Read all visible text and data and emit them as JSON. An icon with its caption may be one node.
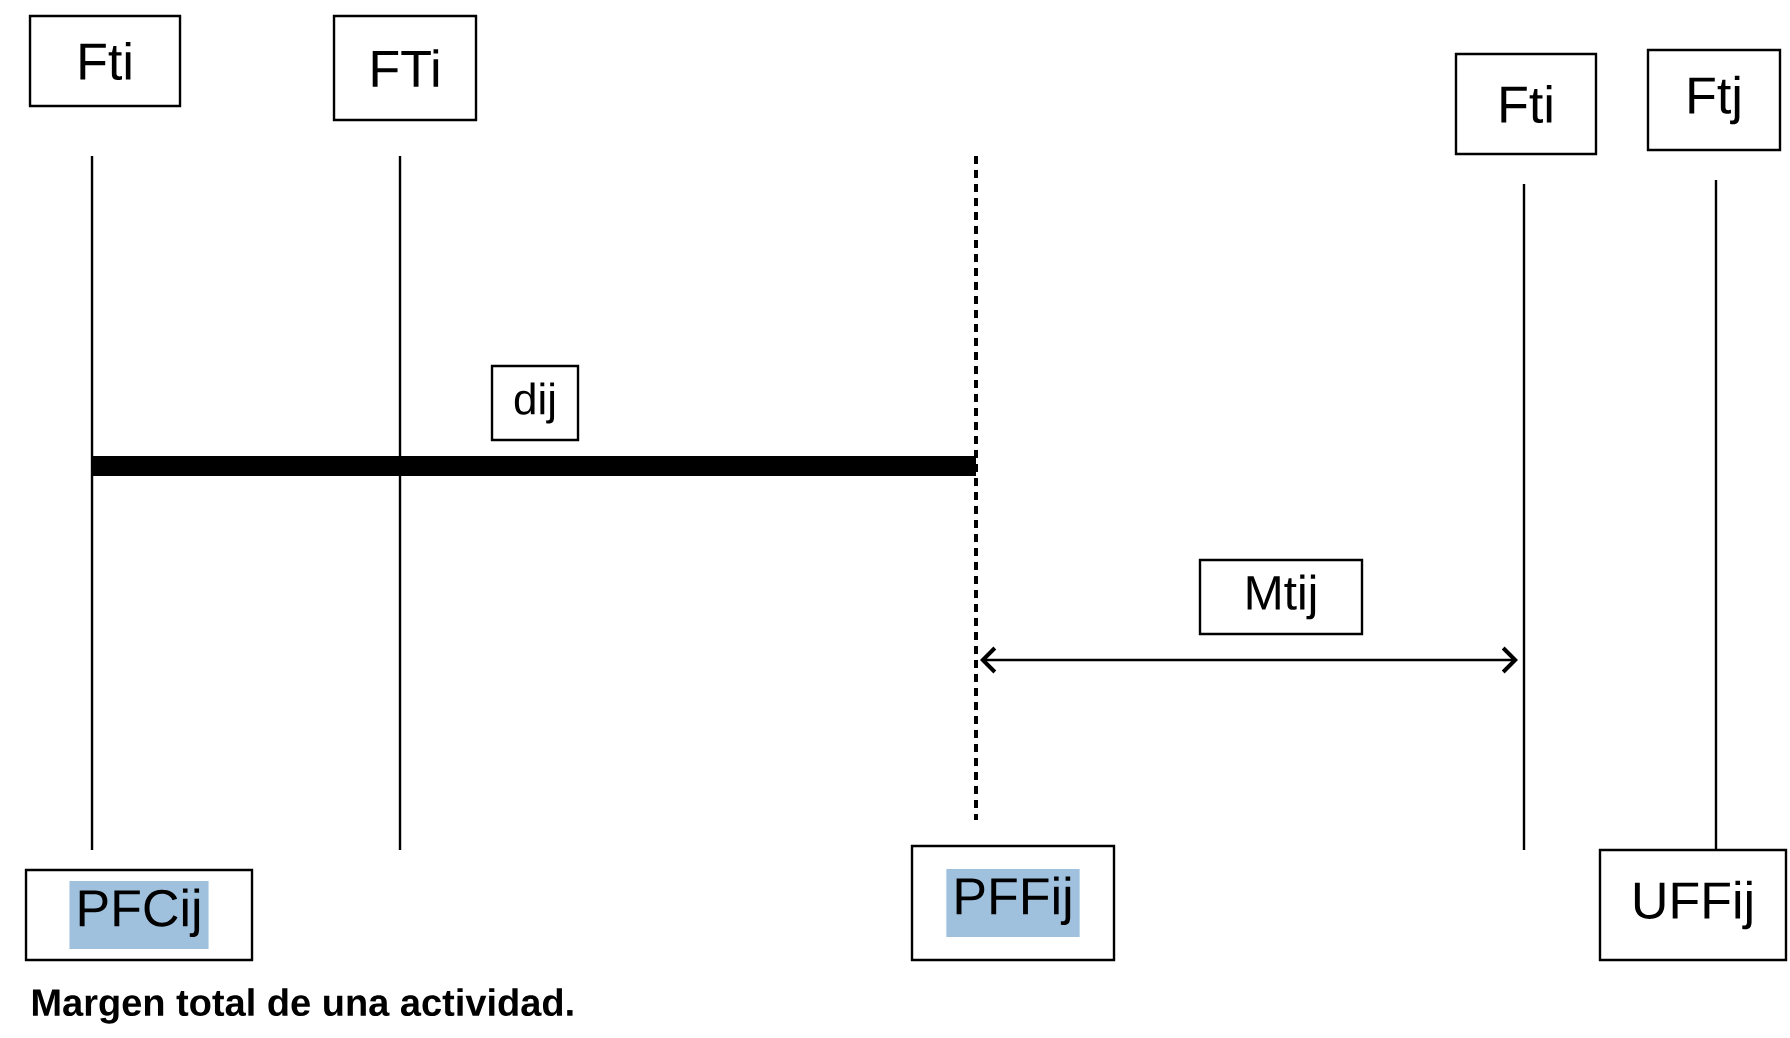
{
  "diagram": {
    "caption": "Margen total de una actividad.",
    "nodes": [
      {
        "text": [
          "Fti"
        ]
      },
      {
        "text": [
          "FTi"
        ]
      },
      {
        "text": [
          "dij"
        ]
      },
      {
        "text": [
          "Mtij"
        ]
      },
      {
        "text": [
          "Fti"
        ]
      },
      {
        "text": [
          "Ftj"
        ]
      },
      {
        "text": [
          "PFCij"
        ]
      },
      {
        "text": [
          "PFFij"
        ]
      },
      {
        "text": [
          "UFFij"
        ]
      }
    ]
  }
}
